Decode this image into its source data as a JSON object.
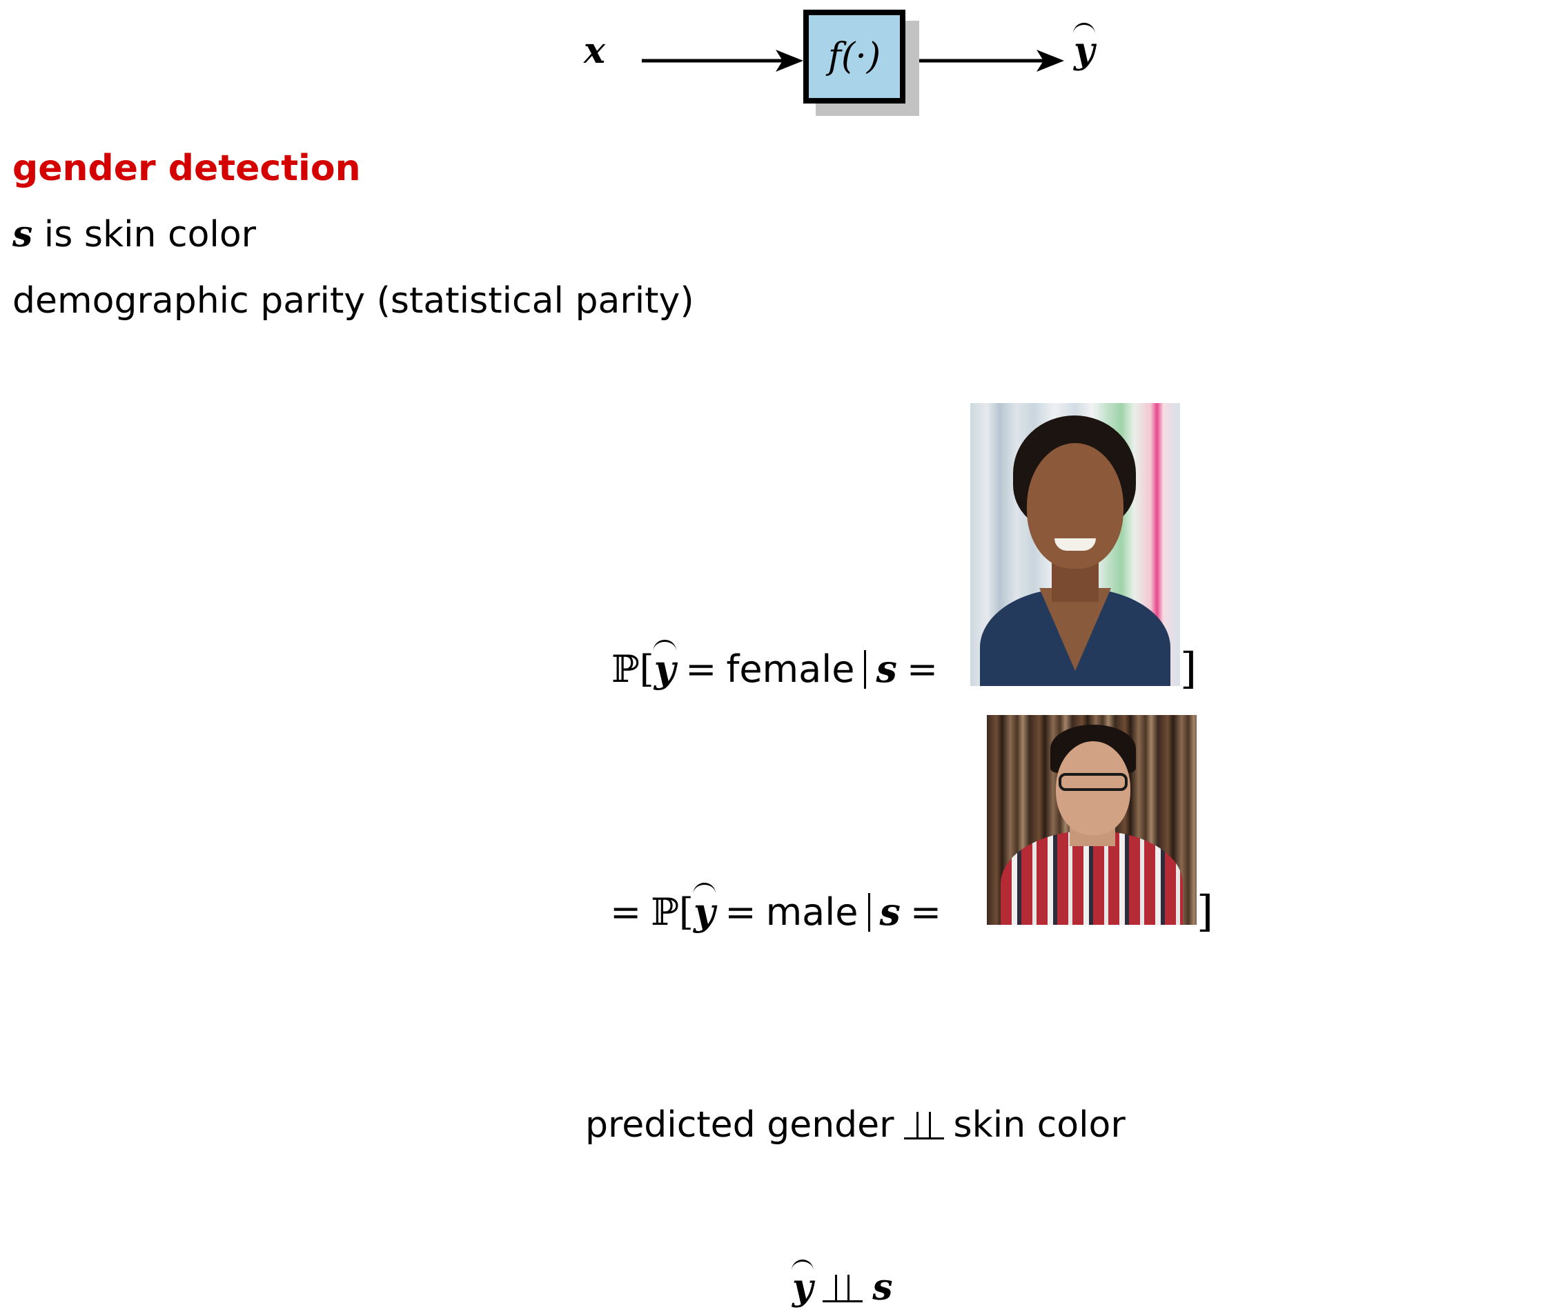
{
  "diagram": {
    "input": "x",
    "function": "f(·)",
    "output": "y"
  },
  "lines": {
    "heading": "gender detection",
    "s_var": "s",
    "s_text": " is skin color",
    "parity": "demographic parity (statistical parity)"
  },
  "equation": {
    "row1": {
      "prob": "ℙ[",
      "y": "y",
      "eq1": "=",
      "value": "female",
      "s": "s",
      "eq2": "=",
      "close": "]"
    },
    "row2": {
      "lead_eq": "=",
      "prob": "ℙ[",
      "y": "y",
      "eq1": "=",
      "value": "male",
      "s": "s",
      "eq2": "=",
      "close": "]"
    }
  },
  "independence": {
    "left": "predicted gender",
    "right": "skin color",
    "y": "y",
    "s": "s"
  },
  "colors": {
    "heading": "#d40000",
    "box_fill": "#a9d3e8",
    "box_shadow": "#c2c2c2"
  }
}
